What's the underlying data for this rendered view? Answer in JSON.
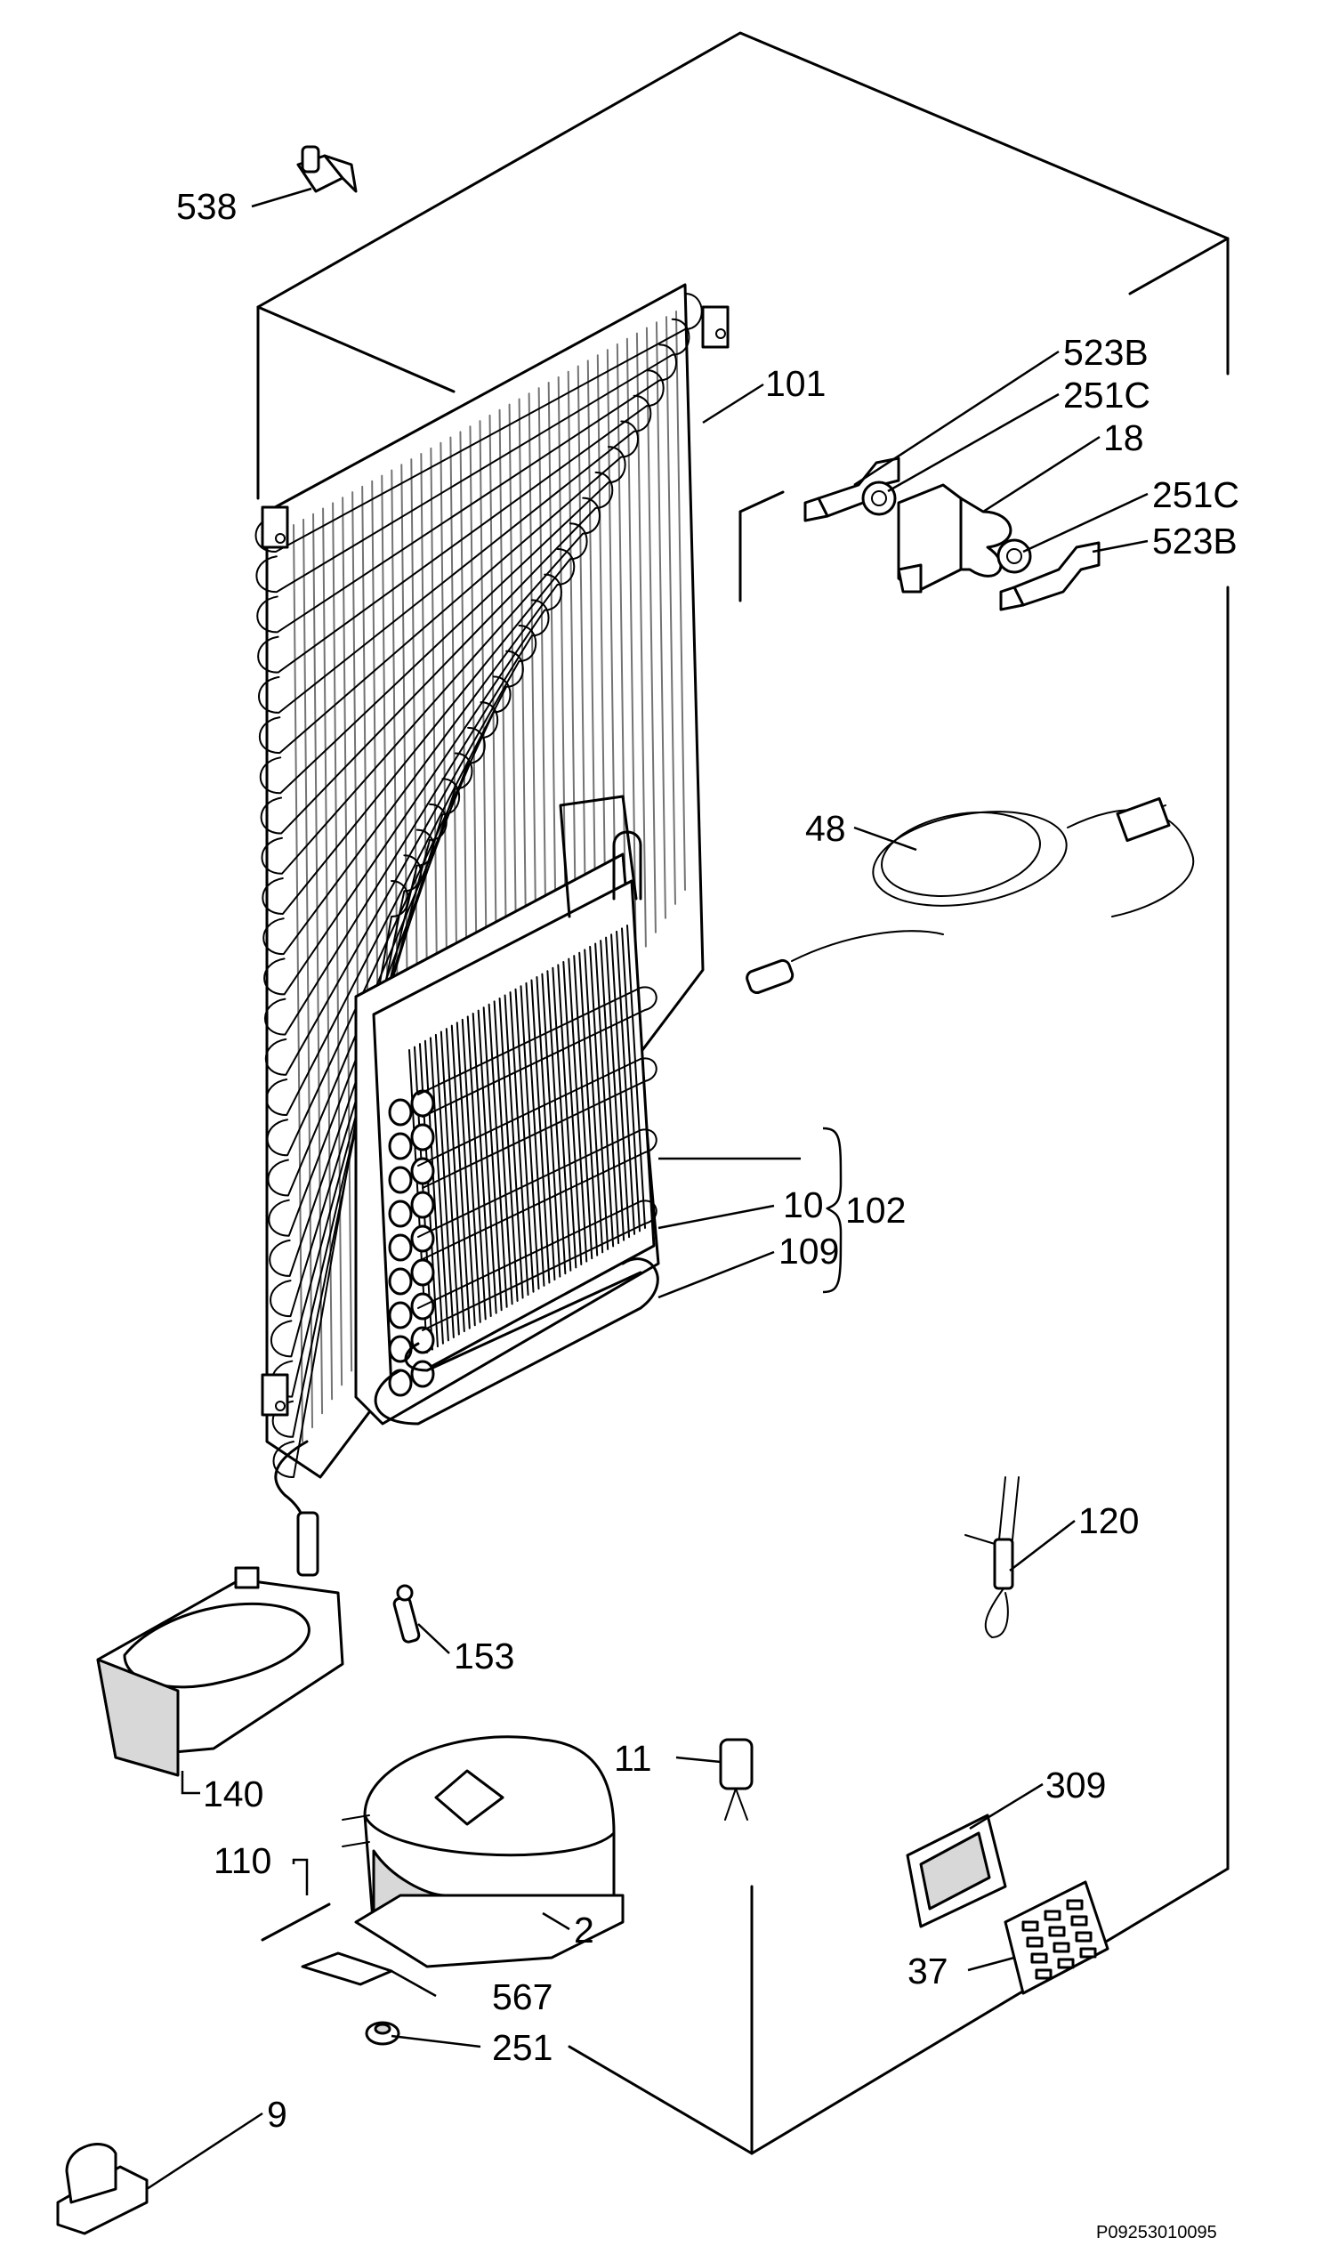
{
  "diagram": {
    "labels": {
      "p538": "538",
      "p101": "101",
      "p523b_1": "523B",
      "p251c_1": "251C",
      "p18": "18",
      "p251c_2": "251C",
      "p523b_2": "523B",
      "p48": "48",
      "p10": "10",
      "p102": "102",
      "p109": "109",
      "p120": "120",
      "p153": "153",
      "p140": "140",
      "p11": "11",
      "p309": "309",
      "p110": "110",
      "p2": "2",
      "p567": "567",
      "p37": "37",
      "p251": "251",
      "p9": "9"
    },
    "drawing_code": "P09253010095"
  }
}
